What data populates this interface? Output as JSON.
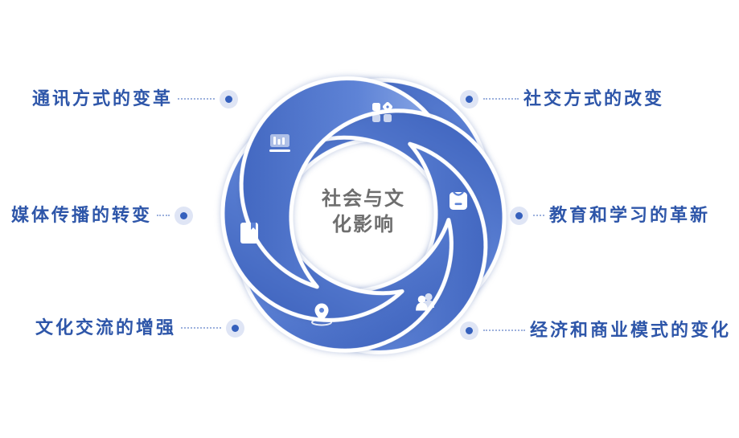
{
  "diagram": {
    "center": {
      "line1": "社会与文",
      "line2": "化影响"
    },
    "callouts": [
      {
        "label": "通讯方式的变革",
        "side": "left",
        "row": "top"
      },
      {
        "label": "社交方式的改变",
        "side": "right",
        "row": "top"
      },
      {
        "label": "媒体传播的转变",
        "side": "left",
        "row": "middle"
      },
      {
        "label": "教育和学习的革新",
        "side": "right",
        "row": "middle"
      },
      {
        "label": "文化交流的增强",
        "side": "left",
        "row": "bottom"
      },
      {
        "label": "经济和商业模式的变化",
        "side": "right",
        "row": "bottom"
      }
    ],
    "petal_icons": [
      "apps-grid-icon",
      "backpack-icon",
      "people-icon",
      "location-pin-icon",
      "book-bookmark-icon",
      "bar-chart-board-icon"
    ],
    "colors": {
      "petal_dark": "#4368c1",
      "petal_mid": "#5e83d6",
      "petal_light": "#93afe9",
      "label_text": "#2e56a9",
      "center_text": "#6e6e6e",
      "dot_inner": "#3560bd",
      "dot_outer": "#dfe5f5",
      "dotted_line": "#9db1dd",
      "icon_accent": "#5d82d6"
    }
  }
}
